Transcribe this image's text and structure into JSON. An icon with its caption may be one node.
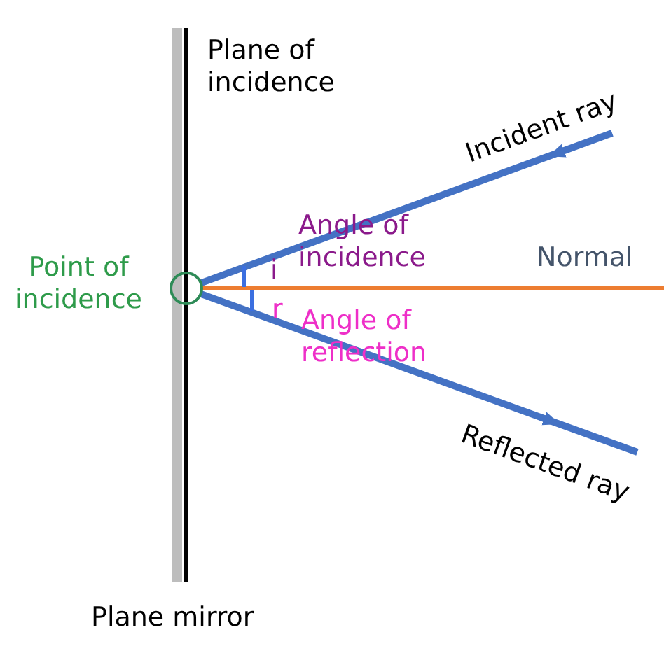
{
  "diagram": {
    "labels": [
      "Plane of incidence",
      "Incident ray",
      "Angle of incidence",
      "Normal",
      "Point of incidence",
      "i",
      "r",
      "Angle of reflection",
      "Reflected ray",
      "Plane mirror"
    ]
  }
}
